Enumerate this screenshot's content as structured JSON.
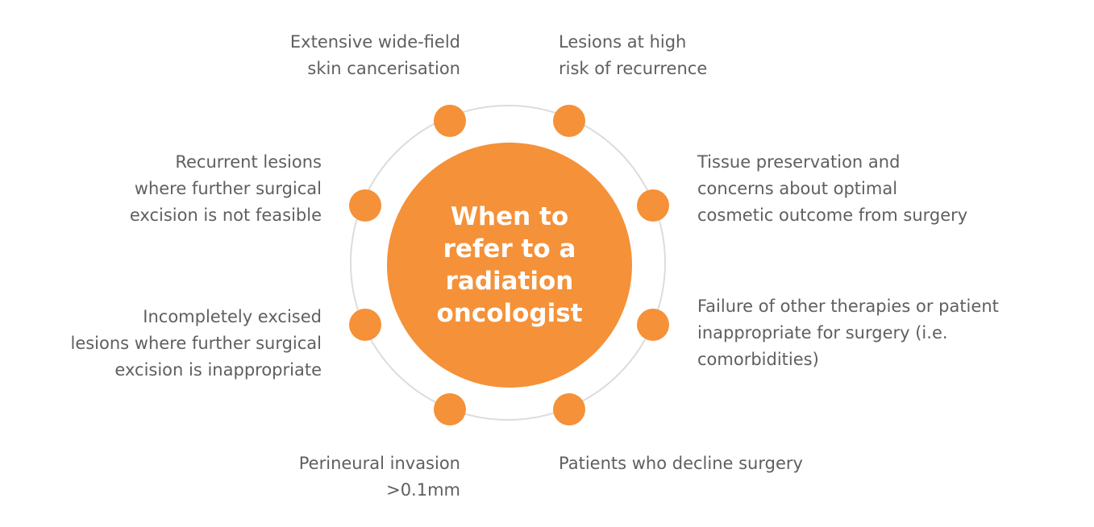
{
  "center": {
    "label": "When to refer to a radiation oncologist",
    "color": "#f59138"
  },
  "accent_color": "#f59138",
  "ring_color": "#dcdcdc",
  "text_color": "#5f5f5f",
  "criteria": [
    {
      "id": "wide-field-cancerisation",
      "lines": [
        "Extensive wide-field",
        "skin cancerisation"
      ]
    },
    {
      "id": "high-risk-recurrence",
      "lines": [
        "Lesions at high",
        "risk of recurrence"
      ]
    },
    {
      "id": "tissue-preservation",
      "lines": [
        "Tissue preservation and",
        "concerns about optimal",
        "cosmetic outcome from surgery"
      ]
    },
    {
      "id": "failure-other-therapies",
      "lines": [
        "Failure of other therapies or patient",
        "inappropriate for surgery (i.e.",
        "comorbidities)"
      ]
    },
    {
      "id": "patients-decline-surgery",
      "lines": [
        "Patients who decline surgery"
      ]
    },
    {
      "id": "perineural-invasion",
      "lines": [
        "Perineural invasion",
        ">0.1mm"
      ]
    },
    {
      "id": "incompletely-excised",
      "lines": [
        "Incompletely excised",
        "lesions where further surgical",
        "excision is inappropriate"
      ]
    },
    {
      "id": "recurrent-lesions",
      "lines": [
        "Recurrent lesions",
        "where further surgical",
        "excision is not feasible"
      ]
    }
  ]
}
